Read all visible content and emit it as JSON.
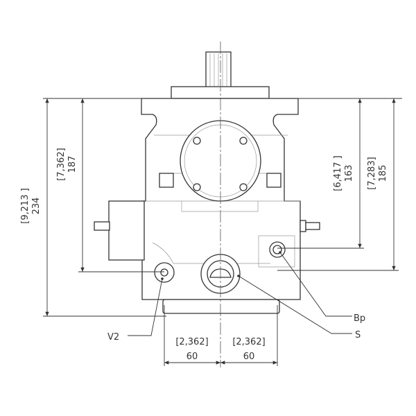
{
  "dimensions": {
    "overall_height": {
      "inch": "[9,213 ]",
      "mm": "234"
    },
    "left_height": {
      "inch": "[7,362]",
      "mm": "187"
    },
    "bp_height": {
      "inch": "[6,417 ]",
      "mm": "163"
    },
    "right_height": {
      "inch": "[7,283]",
      "mm": "185"
    },
    "left_offset": {
      "inch": "[2,362]",
      "mm": "60"
    },
    "right_offset": {
      "inch": "[2,362]",
      "mm": "60"
    }
  },
  "ports": {
    "v2": "V2",
    "bp": "Bp",
    "s": "S"
  }
}
